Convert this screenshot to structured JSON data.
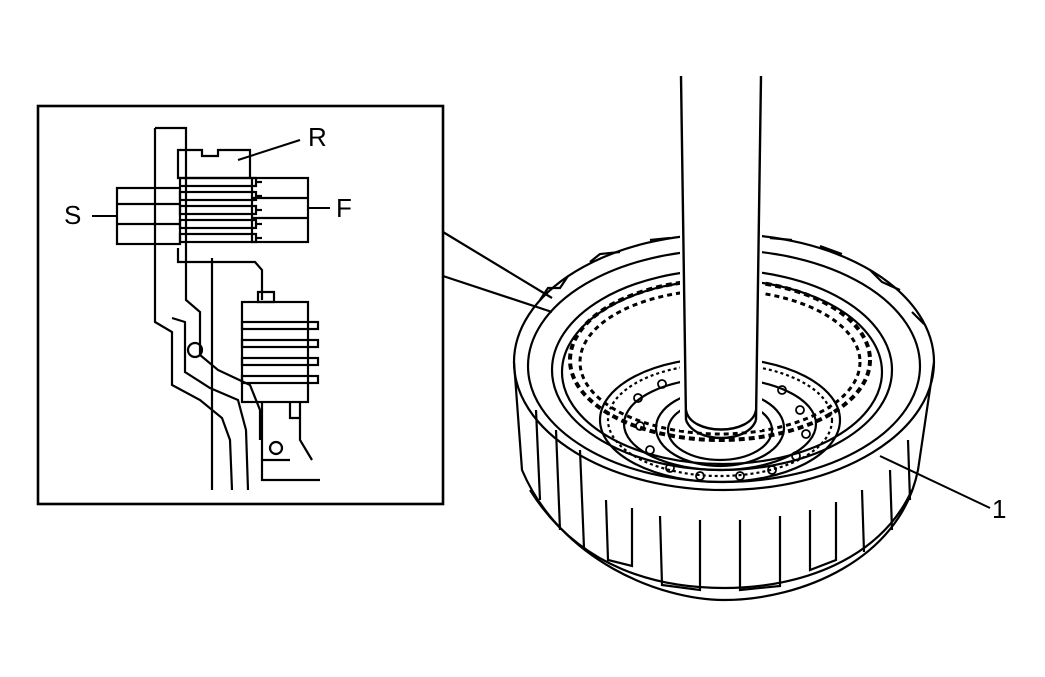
{
  "callouts": {
    "r": "R",
    "f": "F",
    "s": "S",
    "one": "1"
  },
  "colors": {
    "line": "#000000",
    "background": "#ffffff"
  },
  "icons": {
    "inset_detail": "clutch-plate-stack-detail-icon",
    "drum": "clutch-drum-housing-icon",
    "shaft": "input-shaft-icon"
  }
}
